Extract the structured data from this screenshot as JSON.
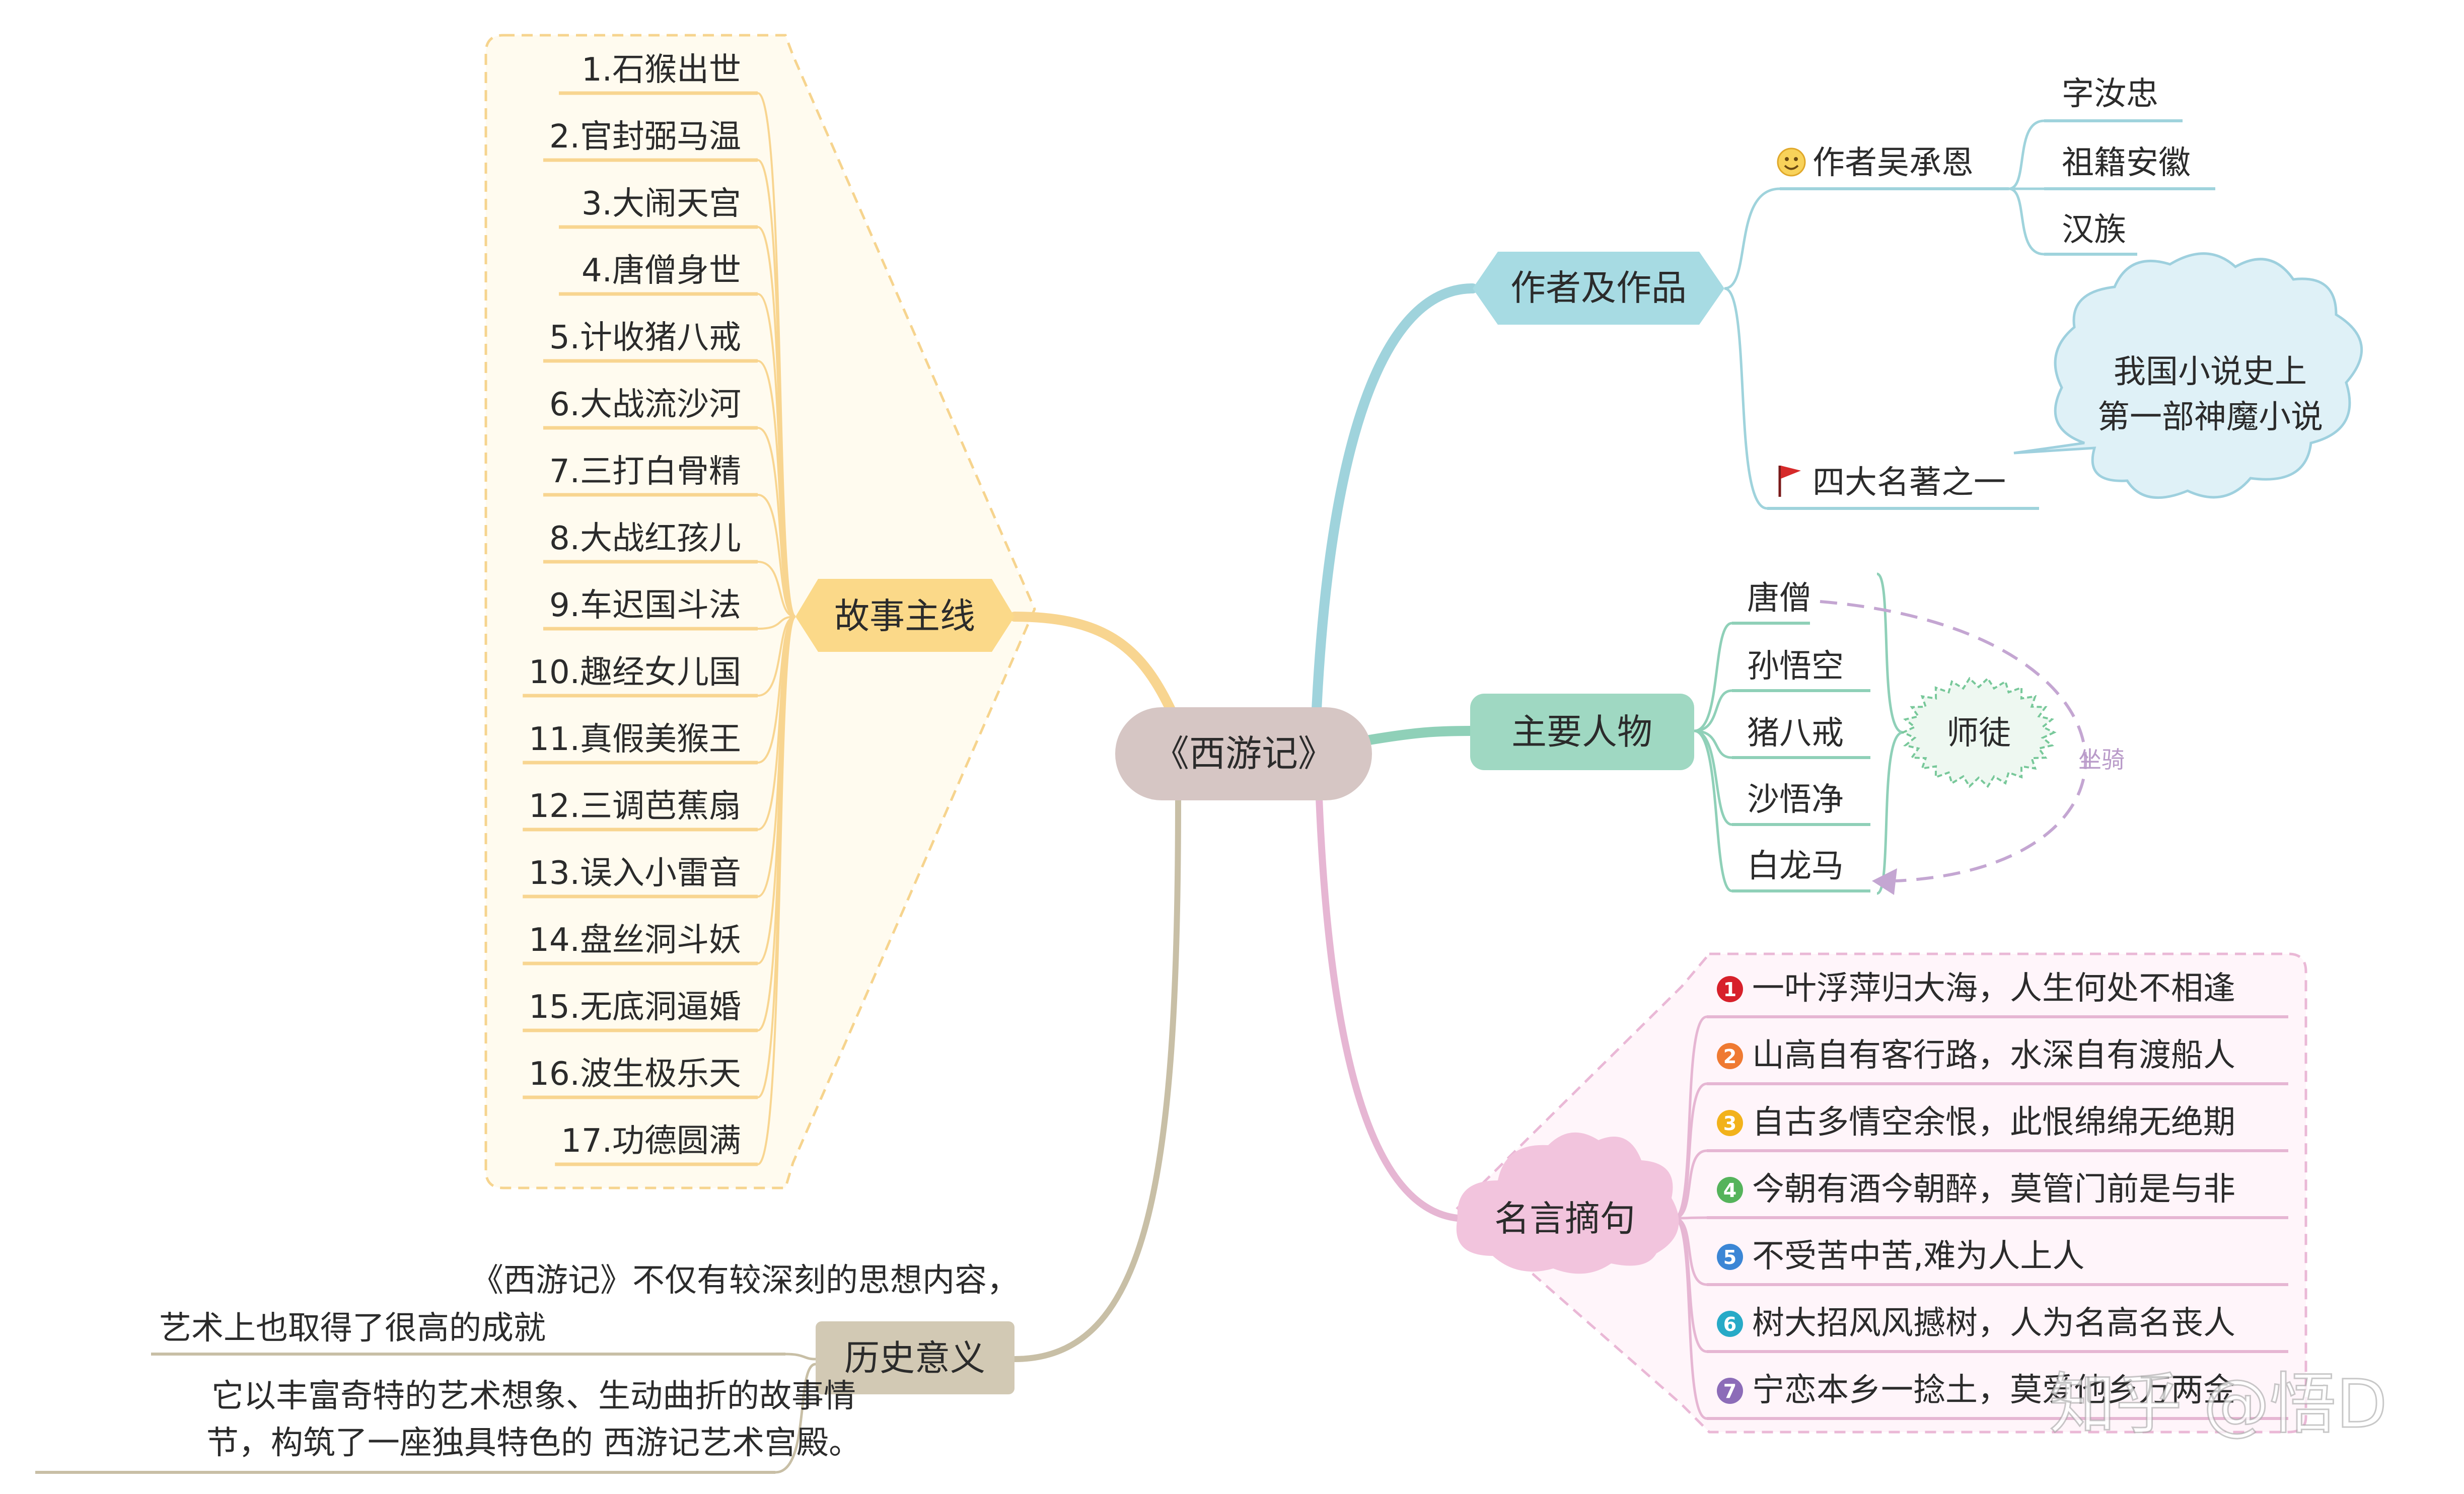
{
  "center": "《西游记》",
  "colors": {
    "center_fill": "#d6c6c4",
    "author_fill": "#a7dbe3",
    "people_fill": "#9fd8c2",
    "story_fill": "#fbd989",
    "history_fill": "#d2c9b4",
    "quote_fill": "#f2c4dd",
    "story_line": "#f8d590",
    "author_line": "#9fd3dc",
    "people_line": "#8fd0b8",
    "quote_line": "#e6b6d3",
    "history_line": "#c8bfa6"
  },
  "story": {
    "label": "故事主线",
    "items": [
      "1.石猴出世",
      "2.官封弼马温",
      "3.大闹天宫",
      "4.唐僧身世",
      "5.计收猪八戒",
      "6.大战流沙河",
      "7.三打白骨精",
      "8.大战红孩儿",
      "9.车迟国斗法",
      "10.趣经女儿国",
      "11.真假美猴王",
      "12.三调芭蕉扇",
      "13.误入小雷音",
      "14.盘丝洞斗妖",
      "15.无底洞逼婚",
      "16.波生极乐天",
      "17.功德圆满"
    ]
  },
  "history": {
    "label": "历史意义",
    "text1": [
      "《西游记》不仅有较深刻的思想内容，",
      "艺术上也取得了很高的成就"
    ],
    "text2": [
      "它以丰富奇特的艺术想象、生动曲折的故事情",
      "节，构筑了一座独具特色的 西游记艺术宫殿。"
    ]
  },
  "author": {
    "label": "作者及作品",
    "writer": "作者吴承恩",
    "writer_icon": "smiley-icon",
    "writer_details": [
      "字汝忠",
      "祖籍安徽",
      "汉族"
    ],
    "classic": "四大名著之一",
    "classic_icon": "red-flag-icon",
    "cloud_lines": [
      "我国小说史上",
      "第一部神魔小说"
    ]
  },
  "people": {
    "label": "主要人物",
    "names": [
      "唐僧",
      "孙悟空",
      "猪八戒",
      "沙悟净",
      "白龙马"
    ],
    "relation": "师徒",
    "mount": "坐骑"
  },
  "quotes": {
    "label": "名言摘句",
    "items": [
      {
        "num": "1",
        "color": "#d7202a",
        "text": "一叶浮萍归大海，人生何处不相逢"
      },
      {
        "num": "2",
        "color": "#ef7a32",
        "text": "山高自有客行路，水深自有渡船人"
      },
      {
        "num": "3",
        "color": "#f2b21b",
        "text": "自古多情空余恨，此恨绵绵无绝期"
      },
      {
        "num": "4",
        "color": "#55b35b",
        "text": "今朝有酒今朝醉，莫管门前是与非"
      },
      {
        "num": "5",
        "color": "#3b86d5",
        "text": "不受苦中苦,难为人上人"
      },
      {
        "num": "6",
        "color": "#27aac7",
        "text": "树大招风风撼树，人为名高名丧人"
      },
      {
        "num": "7",
        "color": "#8c6cb8",
        "text": "宁恋本乡一捻土，莫爱他乡万两金"
      }
    ]
  },
  "watermark": "知乎 @悟D"
}
